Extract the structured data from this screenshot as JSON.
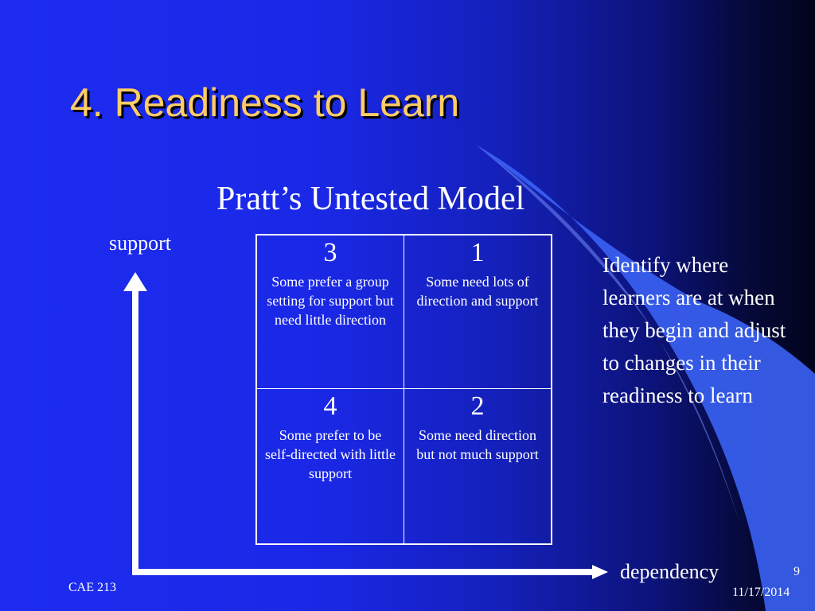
{
  "slide": {
    "title": "4. Readiness to Learn",
    "subtitle": "Pratt’s Untested Model",
    "y_axis_label": "support",
    "x_axis_label": "dependency",
    "quadrants": [
      {
        "number": "3",
        "text": "Some prefer a group setting for support but need little direction"
      },
      {
        "number": "1",
        "text": "Some need lots of direction and support"
      },
      {
        "number": "4",
        "text": "Some prefer to be self-directed with little support"
      },
      {
        "number": "2",
        "text": "Some need direction but not much support"
      }
    ],
    "side_note": "Identify where learners are at when they begin and adjust to changes in their readiness to learn",
    "footer": {
      "course": "CAE 213",
      "page": "9",
      "date": "11/17/2014"
    }
  },
  "colors": {
    "title": "#ffcc66",
    "background_primary": "#1d2cf0",
    "background_dark": "#02041c",
    "swoosh": "#3a62f4",
    "text": "#ffffff"
  }
}
